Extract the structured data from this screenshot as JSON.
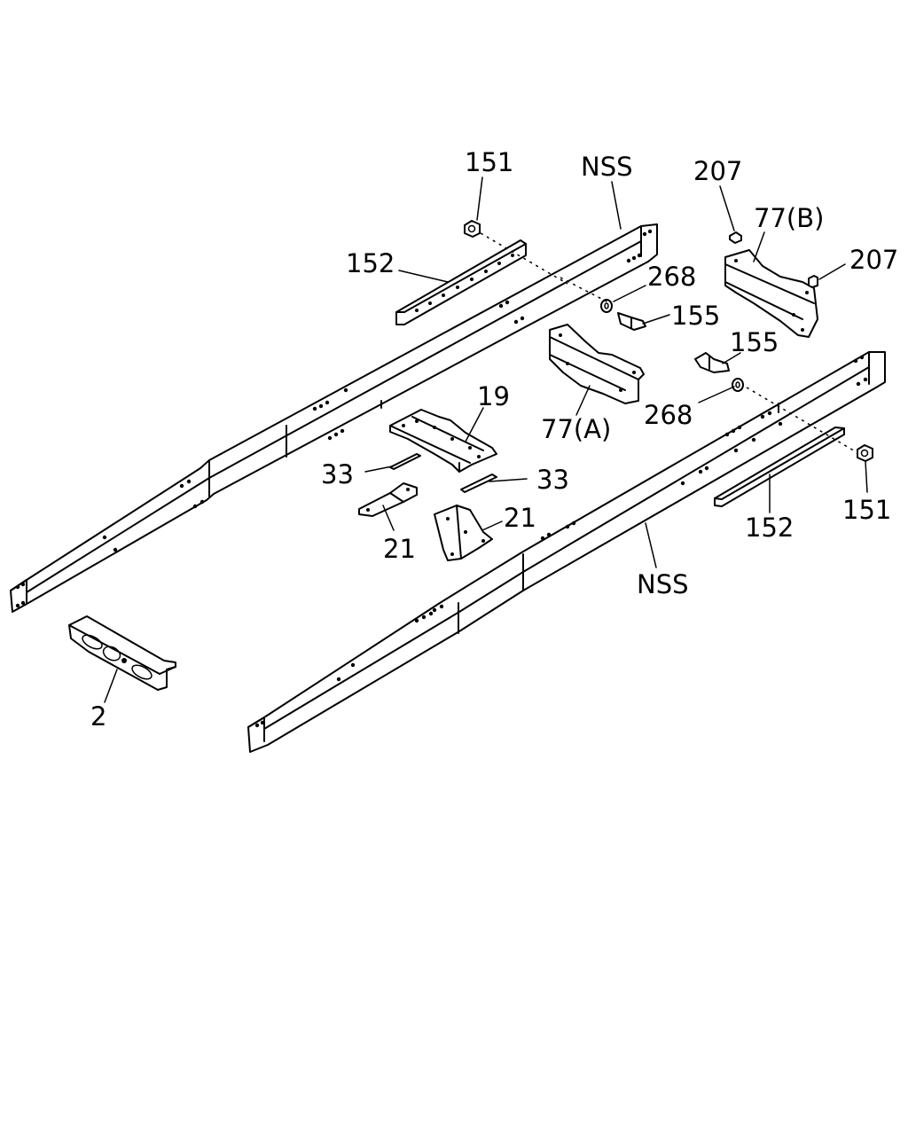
{
  "colors": {
    "background": "#ffffff",
    "ink": "#000000"
  },
  "callouts": {
    "c151_top": "151",
    "nss_top": "NSS",
    "c207_top": "207",
    "c77b": "77(B)",
    "c207_right": "207",
    "c152_top": "152",
    "c268_top": "268",
    "c155_top": "155",
    "c155_right": "155",
    "c19": "19",
    "c77a": "77(A)",
    "c268_right": "268",
    "c33_left": "33",
    "c33_right": "33",
    "c21_left": "21",
    "c21_right": "21",
    "c151_right": "151",
    "c152_right": "152",
    "nss_bottom": "NSS",
    "c2": "2"
  }
}
